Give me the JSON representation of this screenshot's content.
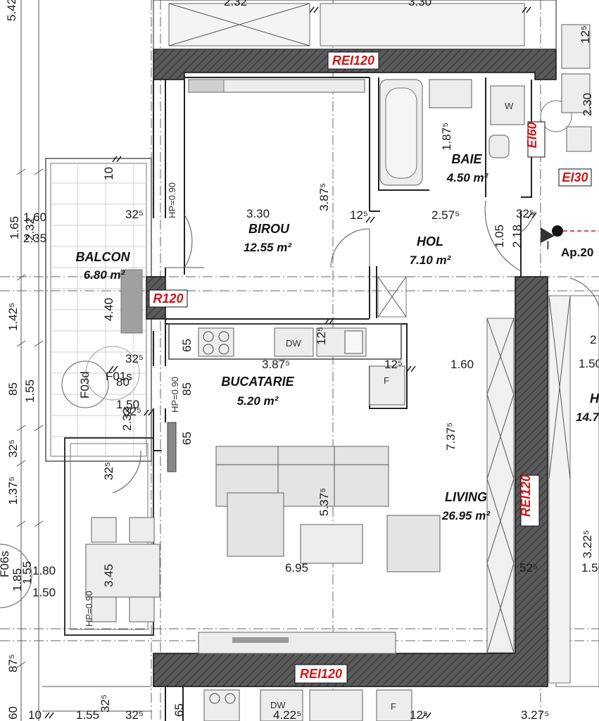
{
  "rooms": {
    "birou": {
      "name": "BIROU",
      "area": "12.55 m²"
    },
    "baie": {
      "name": "BAIE",
      "area": "4.50 m²"
    },
    "hol": {
      "name": "HOL",
      "area": "7.10 m²"
    },
    "balcon": {
      "name": "BALCON",
      "area": "6.80 m²"
    },
    "bucatarie": {
      "name": "BUCATARIE",
      "area": "5.20 m²"
    },
    "living": {
      "name": "LIVING",
      "area": "26.95 m²"
    },
    "right_cut": {
      "name": "H",
      "area": "14.7"
    }
  },
  "fire_labels": {
    "top": "REI120",
    "left": "R120",
    "right": "REI120",
    "bottom": "REI120",
    "baie_ei60": "EI60",
    "baie_ei30": "EI30"
  },
  "apartment_label": "Ap.20",
  "entry_mark": "I",
  "dimensions": {
    "top_1": "2.32",
    "top_2": "3.30",
    "left_542": "5.42",
    "birou_w": "3.30",
    "birou_h": "3.87⁵",
    "birou_325": "32⁵",
    "birou_hp": "HP=0.90",
    "birou_10": "10",
    "hol_125": "12⁵",
    "hol_257": "2.57⁵",
    "baie_187": "1.87⁵",
    "hol_105": "1.05",
    "hol_218": "2.18",
    "hol_325": "32⁵",
    "right_125_top": "12⁵",
    "right_230": "2.30",
    "left_165": "1.65",
    "left_160": "1.60",
    "left_235": "2.35",
    "left_232": "2.32",
    "balcon_440": "4.40",
    "left_1425": "1.42⁵",
    "left_85": "85",
    "left_155": "1.55",
    "left_325": "32⁵",
    "left_1375": "1.37⁵",
    "k_65": "65",
    "k_125": "12⁵",
    "k_3875": "3.87⁵",
    "k_125b": "12⁵",
    "k_160": "1.60",
    "k_dw": "DW",
    "k_f": "F",
    "buc_hp": "HP=0.90",
    "buc_85": "85",
    "buc_65": "65",
    "buc_325": "32⁵",
    "door_325": "32⁵",
    "door_150": "1.50",
    "door_232": "2.32",
    "door_f03d": "F03d",
    "door_f01s": "F01s",
    "door_80": "80",
    "door_325b": "32⁵",
    "liv_7375": "7.37⁵",
    "liv_5375": "5.37⁵",
    "liv_695": "6.95",
    "liv_525": "52⁵",
    "din_345": "3.45",
    "din_hp": "HP=0.90",
    "left_180": "1.80",
    "left_150": "1.50",
    "left_185": "1.85",
    "left_155b": "1.55",
    "left_f06s": "F06s",
    "right_150": "1.50",
    "right_150b": "1.50",
    "right_3225": "3.22⁵",
    "left_875": "87⁵",
    "left_60": "60",
    "bot_10": "10",
    "bot_155": "1.55",
    "bot_325": "32⁵",
    "bot_325b": "32⁵",
    "bot_65": "65",
    "bot_4225": "4.22⁵",
    "bot_125": "12⁵",
    "bot_3275": "3.27⁵",
    "bot_dw": "DW",
    "bot_f": "F",
    "baie_w": "W",
    "right_2": "2"
  },
  "colors": {
    "wall_fill": "#5a5a5a",
    "fire_red": "#d01616",
    "fire_bg": "#ffffff",
    "furniture": "#ededed"
  }
}
